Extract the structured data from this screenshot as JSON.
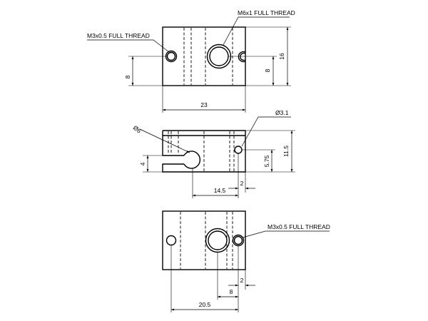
{
  "callouts": {
    "top_thread_m6": "M6x1 FULL THREAD",
    "top_thread_m3": "M3x0.5 FULL THREAD",
    "bottom_thread_m3": "M3x0.5 FULL THREAD",
    "dia_6": "Ø6",
    "dia_3_1": "Ø3.1"
  },
  "dimensions": {
    "top_height_16": "16",
    "top_left_8": "8",
    "top_right_8": "8",
    "top_width_23": "23",
    "mid_height_11_5": "11.5",
    "mid_5_75": "5.75",
    "mid_4": "4",
    "mid_14_5": "14.5",
    "mid_2": "2",
    "bot_2": "2",
    "bot_8": "8",
    "bot_20_5": "20.5"
  }
}
